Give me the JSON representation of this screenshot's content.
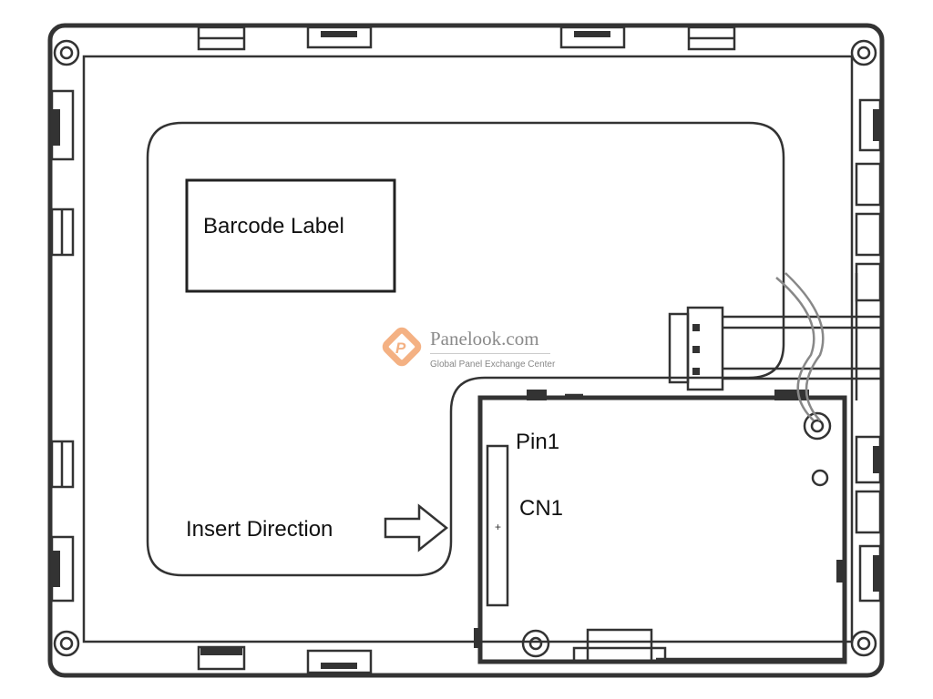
{
  "labels": {
    "barcode": "Barcode Label",
    "insert_direction": "Insert Direction",
    "pin1": "Pin1",
    "cn1": "CN1"
  },
  "watermark": {
    "title": "Panelook.com",
    "subtitle": "Global Panel Exchange Center",
    "logo_letter": "P",
    "color": "#f4b183"
  },
  "colors": {
    "stroke": "#333333",
    "wire": "#888888"
  }
}
